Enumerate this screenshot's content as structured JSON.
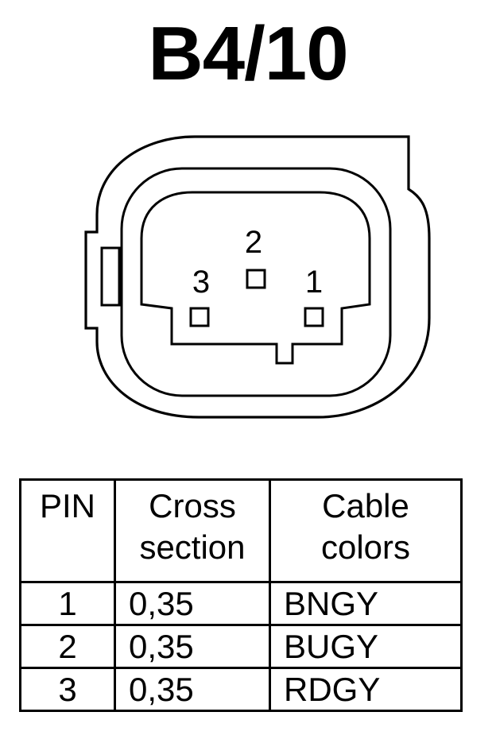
{
  "title": "B4/10",
  "connector": {
    "pin_labels": [
      "2",
      "3",
      "1"
    ]
  },
  "table": {
    "headers": {
      "pin": "PIN",
      "cross_section": [
        "Cross",
        "section"
      ],
      "cable_colors": [
        "Cable",
        "colors"
      ]
    },
    "rows": [
      {
        "pin": "1",
        "cross_section": "0,35",
        "cable_color": "BNGY"
      },
      {
        "pin": "2",
        "cross_section": "0,35",
        "cable_color": "BUGY"
      },
      {
        "pin": "3",
        "cross_section": "0,35",
        "cable_color": "RDGY"
      }
    ]
  }
}
